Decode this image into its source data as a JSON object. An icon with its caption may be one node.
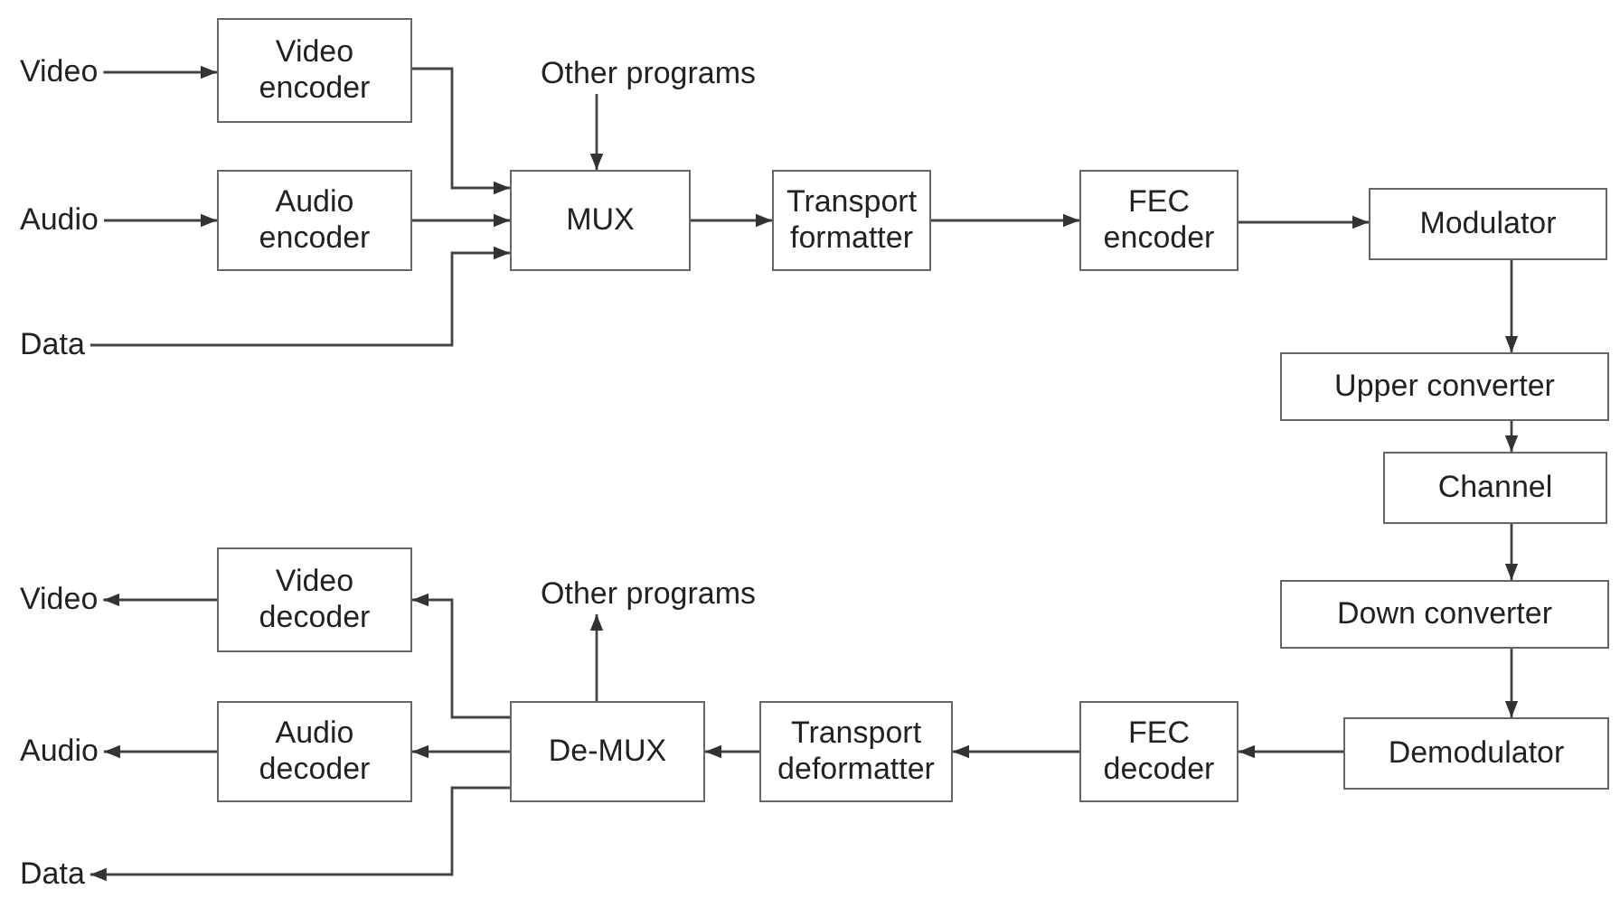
{
  "diagram": {
    "nodes": [
      {
        "text": [
          "Video"
        ]
      },
      {
        "text": [
          "Video encoder"
        ]
      },
      {
        "text": [
          "Audio"
        ]
      },
      {
        "text": [
          "Audio encoder"
        ]
      },
      {
        "text": [
          "Data"
        ]
      },
      {
        "text": [
          "Other programs"
        ]
      },
      {
        "text": [
          "MUX"
        ]
      },
      {
        "text": [
          "Transport formatter"
        ]
      },
      {
        "text": [
          "FEC encoder"
        ]
      },
      {
        "text": [
          "Modulator"
        ]
      },
      {
        "text": [
          "Upper converter"
        ]
      },
      {
        "text": [
          "Channel"
        ]
      },
      {
        "text": [
          "Down converter"
        ]
      },
      {
        "text": [
          "Demodulator"
        ]
      },
      {
        "text": [
          "FEC decoder"
        ]
      },
      {
        "text": [
          "Transport deformatter"
        ]
      },
      {
        "text": [
          "De-MUX"
        ]
      },
      {
        "text": [
          "Other programs"
        ]
      },
      {
        "text": [
          "Video decoder"
        ]
      },
      {
        "text": [
          "Audio decoder"
        ]
      },
      {
        "text": [
          "Video"
        ]
      },
      {
        "text": [
          "Audio"
        ]
      },
      {
        "text": [
          "Data"
        ]
      }
    ],
    "edges": [
      {
        "from": 0,
        "to": 1,
        "arrow": "to"
      },
      {
        "from": 2,
        "to": 3,
        "arrow": "to"
      },
      {
        "from": 1,
        "to": 6,
        "arrow": "to"
      },
      {
        "from": 3,
        "to": 6,
        "arrow": "to"
      },
      {
        "from": 4,
        "to": 6,
        "arrow": "to"
      },
      {
        "from": 5,
        "to": 6,
        "arrow": "to"
      },
      {
        "from": 6,
        "to": 7,
        "arrow": "to"
      },
      {
        "from": 7,
        "to": 8,
        "arrow": "to"
      },
      {
        "from": 8,
        "to": 9,
        "arrow": "to"
      },
      {
        "from": 9,
        "to": 10,
        "arrow": "to"
      },
      {
        "from": 10,
        "to": 11,
        "arrow": "to"
      },
      {
        "from": 11,
        "to": 12,
        "arrow": "to"
      },
      {
        "from": 12,
        "to": 13,
        "arrow": "to"
      },
      {
        "from": 13,
        "to": 14,
        "arrow": "to"
      },
      {
        "from": 14,
        "to": 15,
        "arrow": "to"
      },
      {
        "from": 15,
        "to": 16,
        "arrow": "to"
      },
      {
        "from": 16,
        "to": 17,
        "arrow": "to"
      },
      {
        "from": 16,
        "to": 18,
        "arrow": "to"
      },
      {
        "from": 16,
        "to": 19,
        "arrow": "to"
      },
      {
        "from": 16,
        "to": 22,
        "arrow": "to"
      },
      {
        "from": 18,
        "to": 20,
        "arrow": "to"
      },
      {
        "from": 19,
        "to": 21,
        "arrow": "to"
      }
    ]
  }
}
